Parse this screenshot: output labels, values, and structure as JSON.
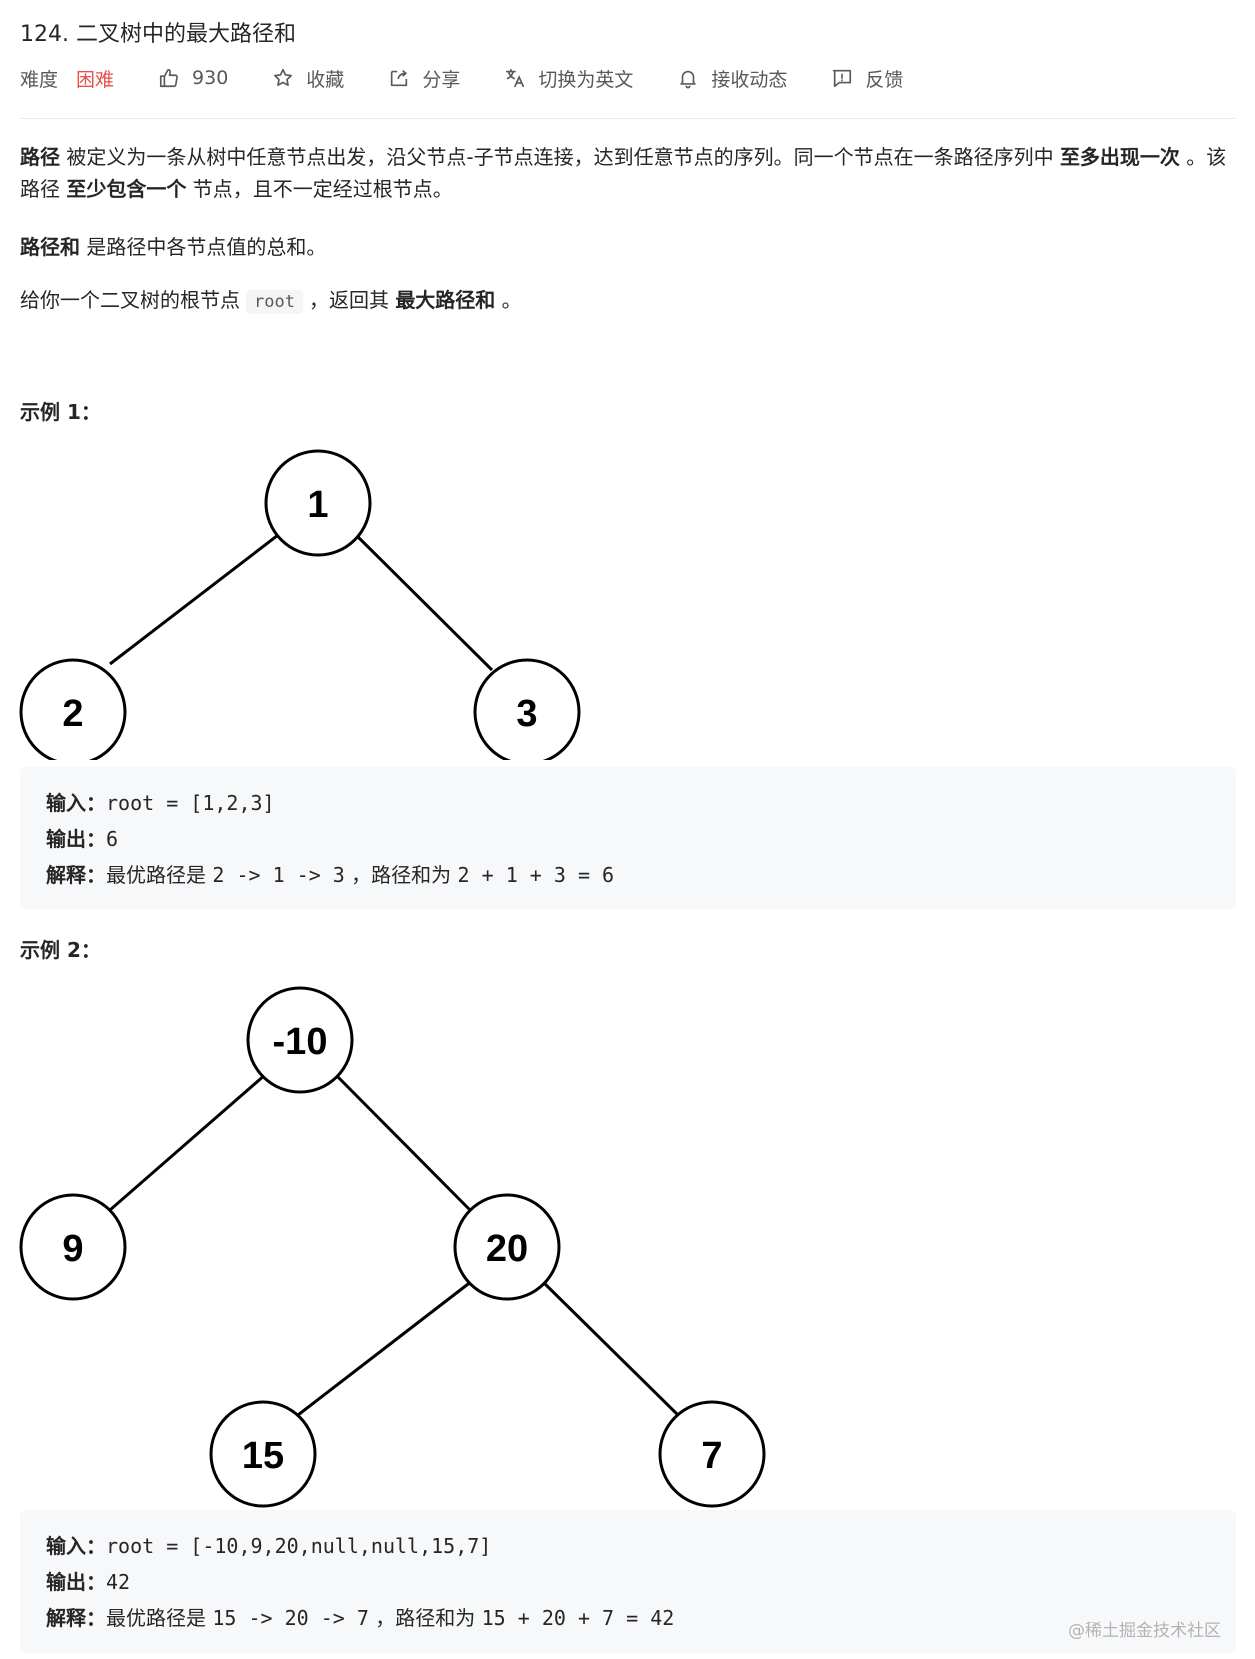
{
  "header": {
    "title": "124. 二叉树中的最大路径和",
    "difficulty_label": "难度",
    "difficulty_value": "困难",
    "likes": "930",
    "favorite_label": "收藏",
    "share_label": "分享",
    "switch_lang_label": "切换为英文",
    "subscribe_label": "接收动态",
    "feedback_label": "反馈"
  },
  "description": {
    "p1": {
      "b1": "路径",
      "t1": " 被定义为一条从树中任意节点出发，沿父节点-子节点连接，达到任意节点的序列。同一个节点在一条路径序列中 ",
      "b2": "至多出现一次",
      "t2": " 。该路径 ",
      "b3": "至少包含一个",
      "t3": " 节点，且不一定经过根节点。"
    },
    "p2": {
      "b1": "路径和",
      "t1": " 是路径中各节点值的总和。"
    },
    "p3": {
      "t1": "给你一个二叉树的根节点",
      "code": "root",
      "t2": "，返回其 ",
      "b1": "最大路径和",
      "t3": " 。"
    }
  },
  "examples": [
    {
      "heading": "示例 1：",
      "tree_nodes": [
        "1",
        "2",
        "3"
      ],
      "input_label": "输入：",
      "input_value": "root = [1,2,3]",
      "output_label": "输出：",
      "output_value": "6",
      "explain_label": "解释：",
      "explain_cn1": "最优路径是 ",
      "explain_path": "2 -> 1 -> 3",
      "explain_cn2": " ，路径和为 ",
      "explain_sum": "2 + 1 + 3 = 6"
    },
    {
      "heading": "示例 2：",
      "tree_nodes": [
        "-10",
        "9",
        "20",
        "15",
        "7"
      ],
      "input_label": "输入：",
      "input_value": "root = [-10,9,20,null,null,15,7]",
      "output_label": "输出：",
      "output_value": "42",
      "explain_label": "解释：",
      "explain_cn1": "最优路径是 ",
      "explain_path": "15 -> 20 -> 7",
      "explain_cn2": " ，路径和为 ",
      "explain_sum": "15 + 20 + 7 = 42"
    }
  ],
  "watermark": "@稀土掘金技术社区",
  "colors": {
    "difficulty_hard": "#e8514c",
    "code_bg": "#f7f8fa",
    "text": "#262626",
    "muted": "#595959"
  },
  "icons": [
    "thumbs-up-icon",
    "star-icon",
    "share-icon",
    "translate-icon",
    "bell-icon",
    "feedback-icon"
  ]
}
